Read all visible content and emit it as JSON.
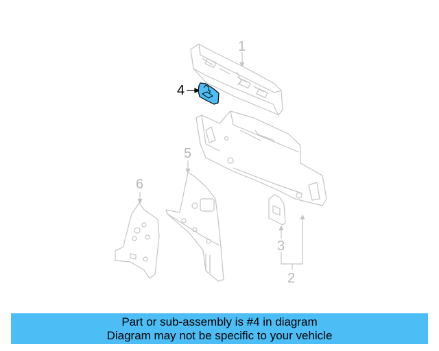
{
  "diagram": {
    "highlight_color": "#4dbdf5",
    "line_color": "#c4c4c4",
    "callouts": [
      {
        "number": "1",
        "active": false
      },
      {
        "number": "2",
        "active": false
      },
      {
        "number": "3",
        "active": false
      },
      {
        "number": "4",
        "active": true
      },
      {
        "number": "5",
        "active": false
      },
      {
        "number": "6",
        "active": false
      }
    ]
  },
  "banner": {
    "line1": "Part or sub-assembly is #4 in diagram",
    "line2": "Diagram may not be specific to your vehicle",
    "background": "#4dbdf5"
  }
}
